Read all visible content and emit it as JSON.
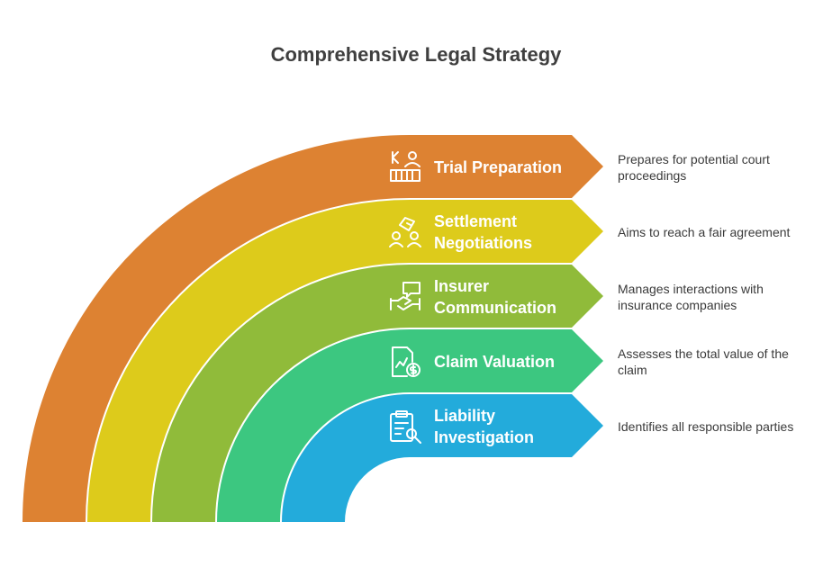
{
  "title": "Comprehensive Legal Strategy",
  "layers": [
    {
      "label": "Trial Preparation",
      "description": "Prepares for potential court proceedings",
      "color": "#DD8232",
      "icon": "courtroom-icon"
    },
    {
      "label": "Settlement Negotiations",
      "description": "Aims to reach a fair agreement",
      "color": "#DDCB1B",
      "icon": "negotiation-icon"
    },
    {
      "label": "Insurer Communication",
      "description": "Manages interactions with insurance companies",
      "color": "#90BB3A",
      "icon": "handshake-chat-icon"
    },
    {
      "label": "Claim Valuation",
      "description": "Assesses the total value of the claim",
      "color": "#3CC780",
      "icon": "document-dollar-icon"
    },
    {
      "label": "Liability Investigation",
      "description": "Identifies all responsible parties",
      "color": "#23ABDB",
      "icon": "clipboard-search-icon"
    }
  ]
}
